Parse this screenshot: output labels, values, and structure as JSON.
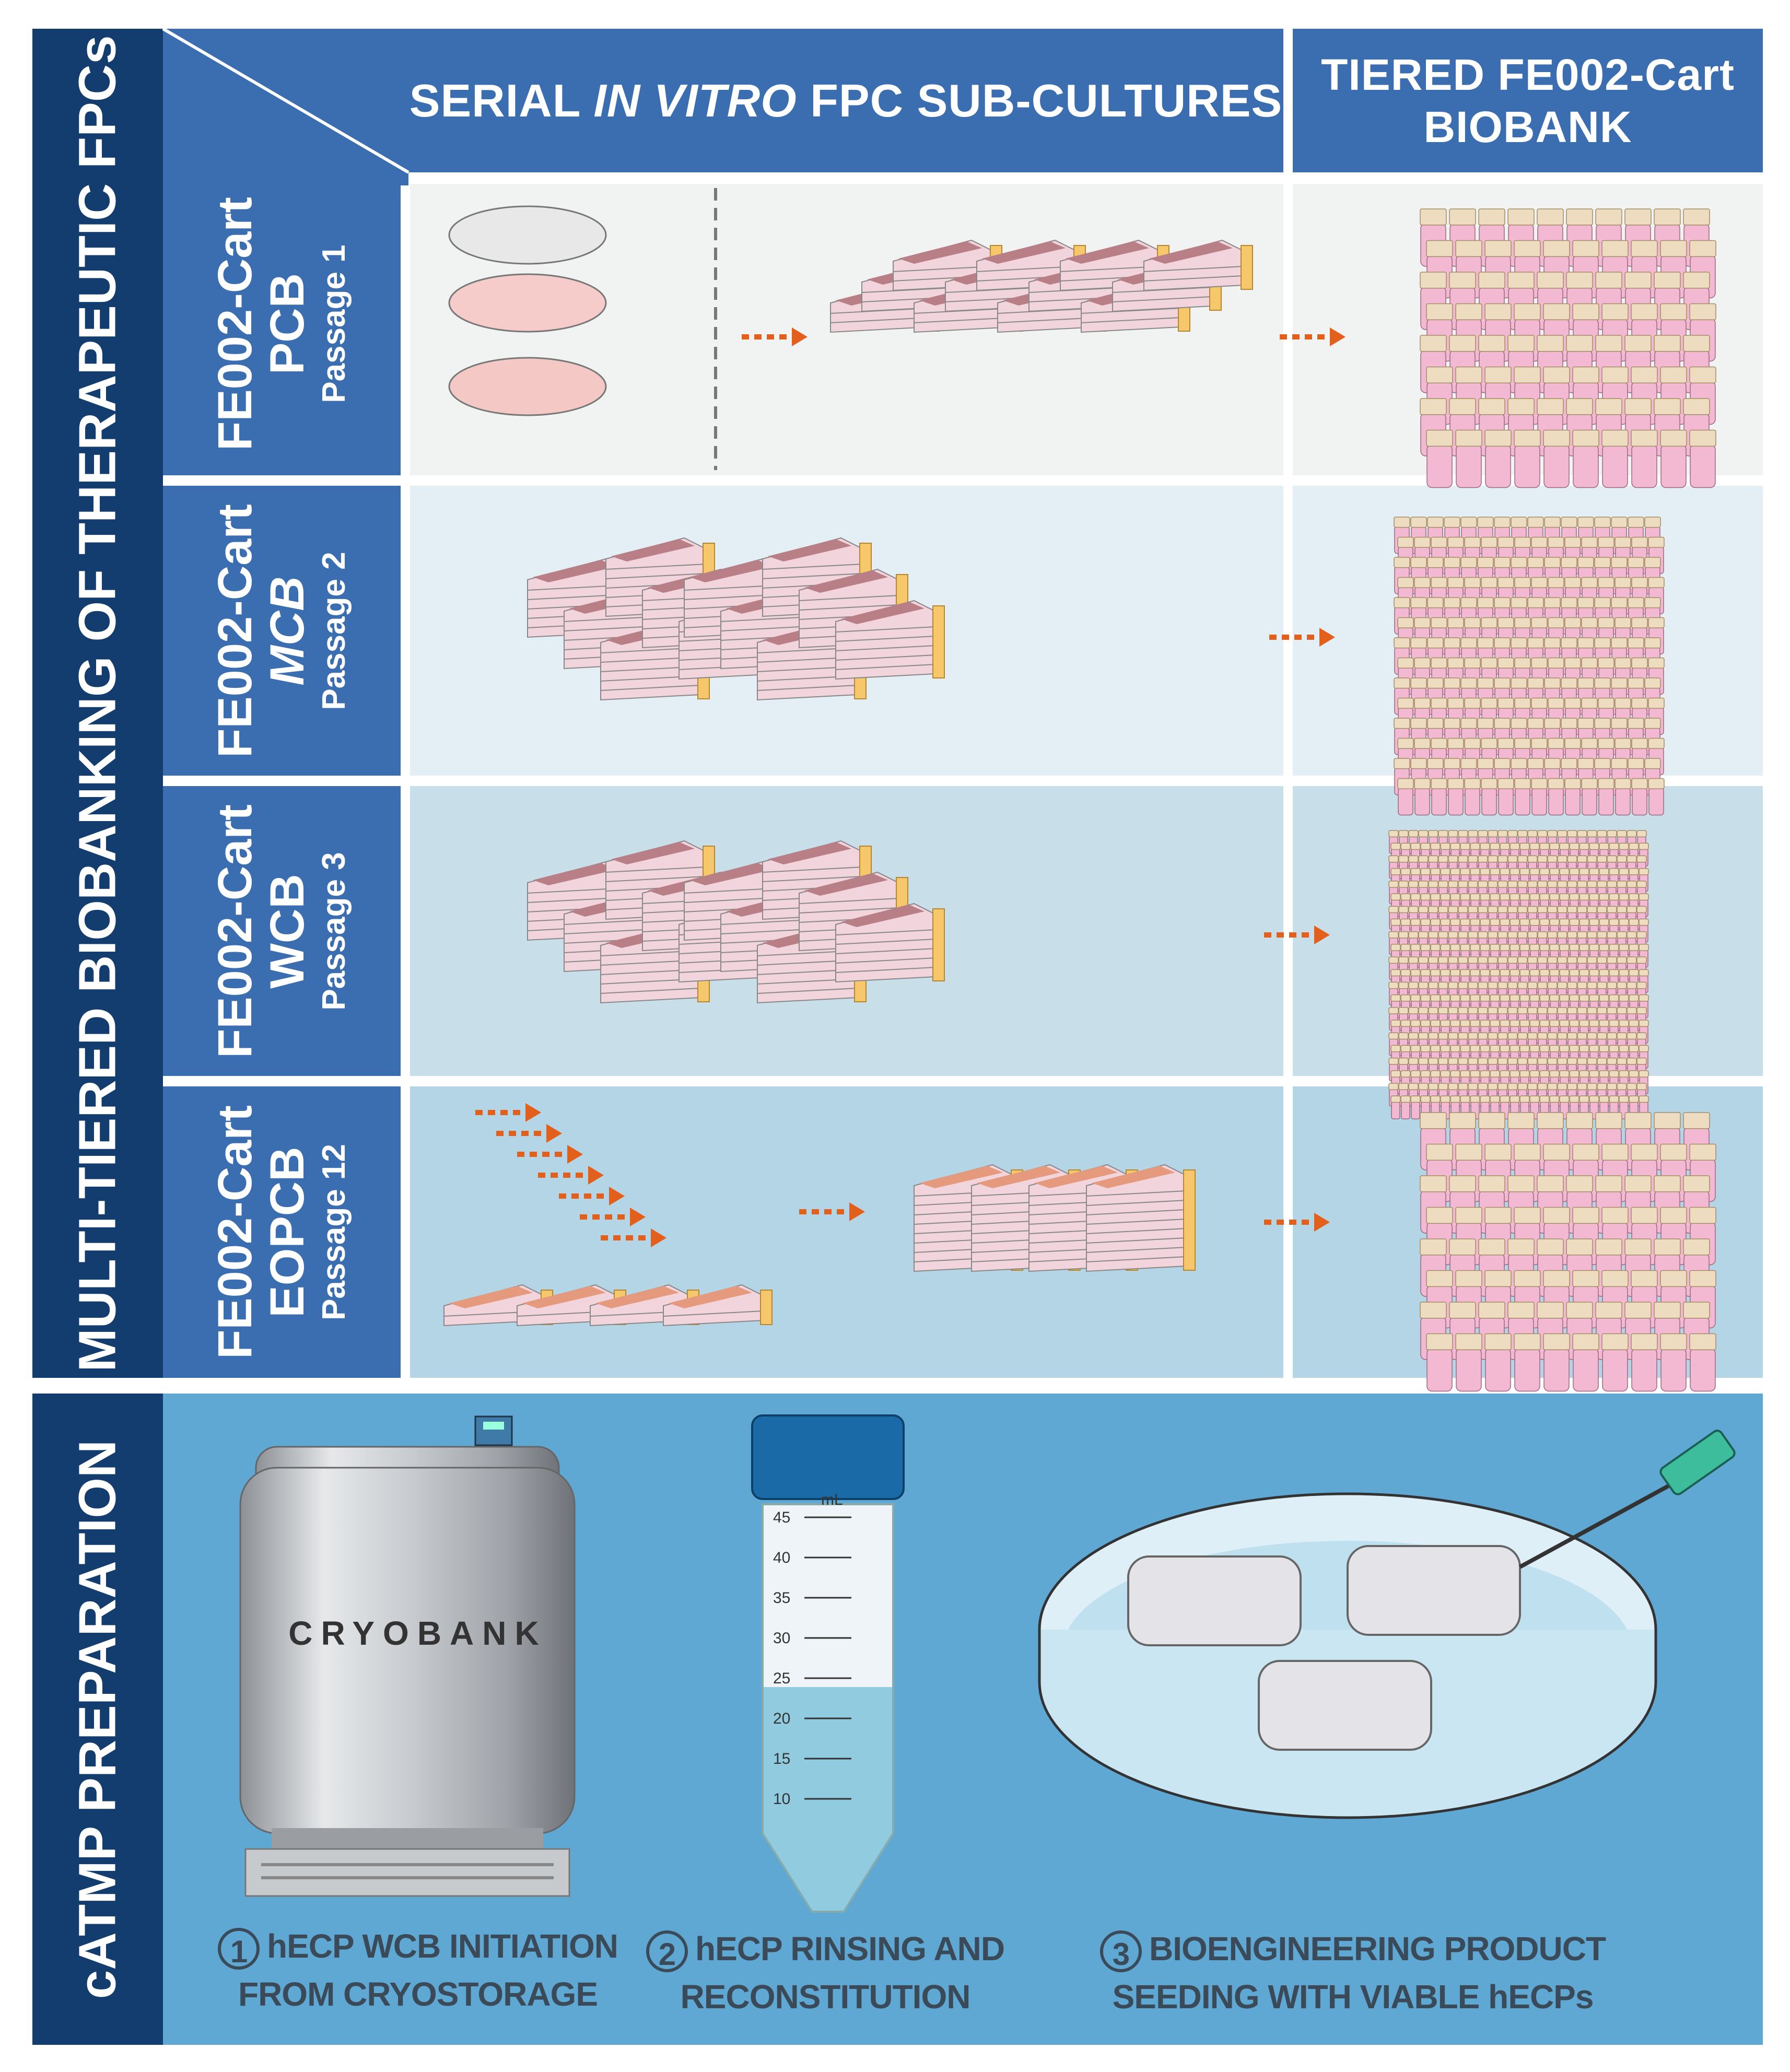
{
  "side_labels": {
    "top": "MULTI-TIERED BIOBANKING OF THERAPEUTIC FPCs",
    "bottom": "cATMP PREPARATION"
  },
  "headers": {
    "subcultures_pre": "SERIAL ",
    "subcultures_italic": "IN VITRO",
    "subcultures_post": " FPC SUB-CULTURES",
    "biobank_line1": "TIERED FE002-Cart",
    "biobank_line2": "BIOBANK"
  },
  "rows": [
    {
      "name": "FE002-Cart",
      "bank": "PCB",
      "passage": "Passage 1"
    },
    {
      "name": "FE002-Cart",
      "bank": "MCB",
      "passage": "Passage 2"
    },
    {
      "name": "FE002-Cart",
      "bank": "WCB",
      "passage": "Passage 3"
    },
    {
      "name": "FE002-Cart",
      "bank": "EOPCB",
      "passage": "Passage 12"
    }
  ],
  "cryotank_label": "CRYOBANK",
  "tube": {
    "unit": "mL",
    "ticks": [
      "45",
      "40",
      "35",
      "30",
      "25",
      "20",
      "15",
      "10"
    ]
  },
  "steps": [
    {
      "num": "1",
      "line1": "hECP WCB INITIATION",
      "line2": "FROM CRYOSTORAGE"
    },
    {
      "num": "2",
      "line1": "hECP RINSING AND",
      "line2": "RECONSTITUTION"
    },
    {
      "num": "3",
      "line1": "BIOENGINEERING PRODUCT",
      "line2": "SEEDING WITH VIABLE hECPs"
    }
  ],
  "colors": {
    "navy": "#123d6e",
    "header_blue": "#3b6db1",
    "arrow_orange": "#e2601c",
    "bottom_panel": "#5ea8d3",
    "row_bg_1": "#f1f3f3",
    "row_bg_2": "#e4eef5",
    "row_bg_3": "#c8dfea",
    "row_bg_4": "#b4d5e6"
  }
}
